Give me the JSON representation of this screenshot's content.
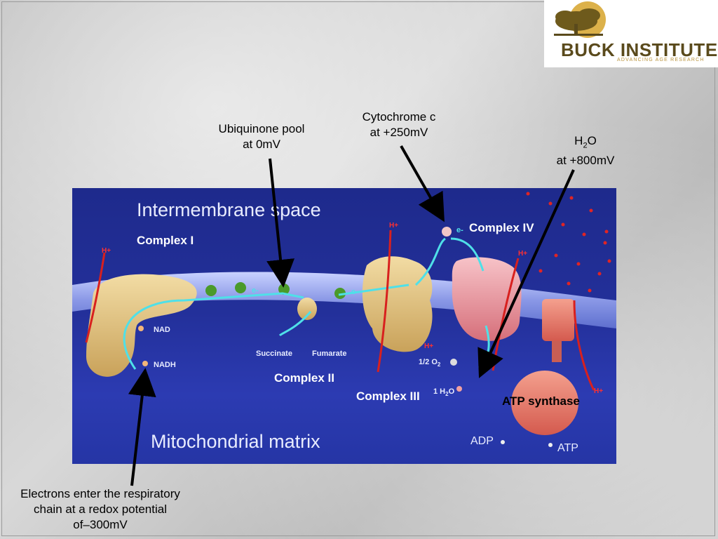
{
  "logo": {
    "name": "BUCK INSTITUTE",
    "tagline": "ADVANCING AGE RESEARCH"
  },
  "diagram": {
    "region_top": "Intermembrane space",
    "region_bottom": "Mitochondrial matrix",
    "complexes": {
      "complex1": "Complex I",
      "complex2": "Complex II",
      "complex3": "Complex III",
      "complex4": "Complex IV",
      "atp_synthase": "ATP synthase"
    },
    "molecules": {
      "nad": "NAD",
      "nadh": "NADH",
      "succinate": "Succinate",
      "fumarate": "Fumarate",
      "half_o2": "1/2 O",
      "o2_sub": "2",
      "h2o_pre": "1 H",
      "h2o_sub": "2",
      "h2o_post": "O",
      "adp": "ADP",
      "atp": "ATP",
      "hplus": "H+",
      "electron": "e-"
    }
  },
  "annotations": {
    "ubiquinone_line1": "Ubiquinone pool",
    "ubiquinone_line2": "at 0mV",
    "cytochrome_line1": "Cytochrome c",
    "cytochrome_line2": "at +250mV",
    "water_pre": "H",
    "water_sub": "2",
    "water_post": "O",
    "water_line2": "at +800mV",
    "electrons_line1": "Electrons enter the respiratory",
    "electrons_line2": "chain at a redox potential",
    "electrons_line3": "of–300mV"
  }
}
